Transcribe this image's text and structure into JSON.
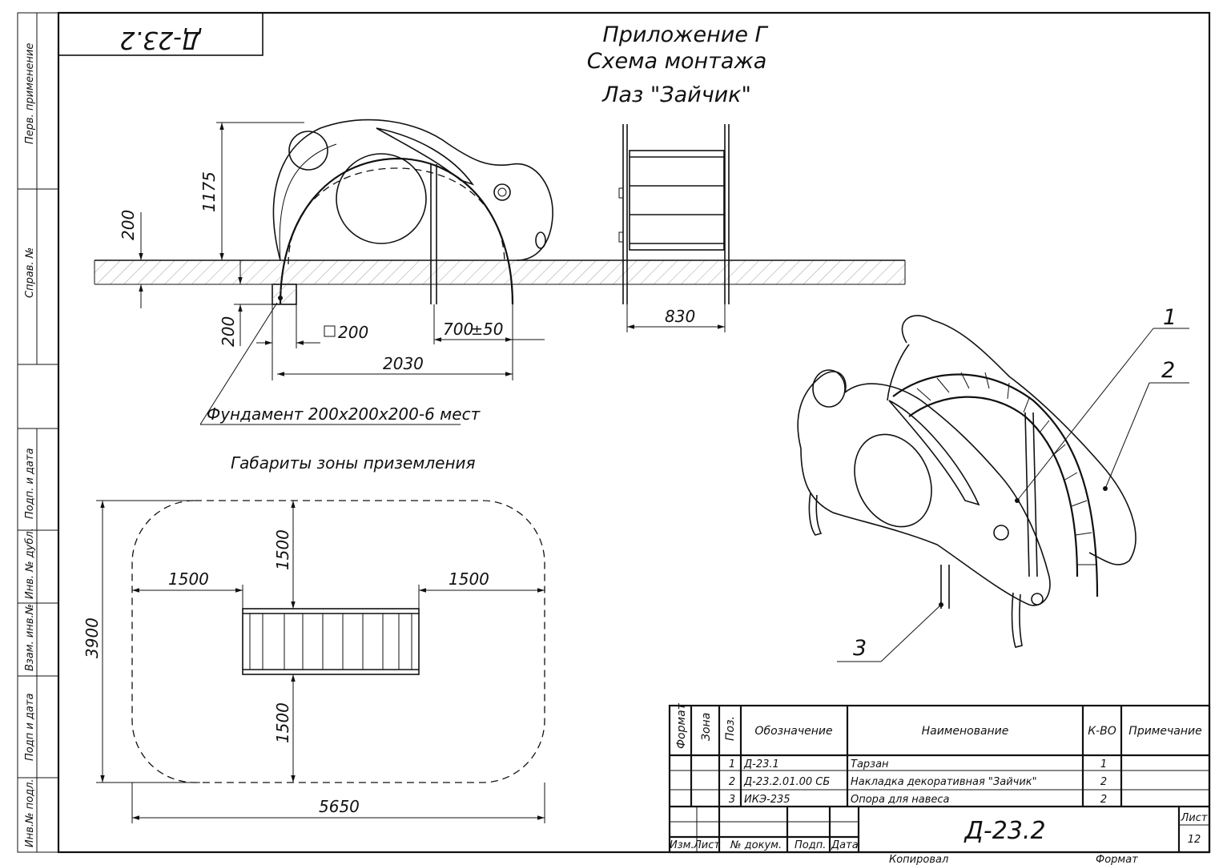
{
  "stamp": "Д-23.2",
  "title": {
    "line1": "Приложение Г",
    "line2": "Схема монтажа",
    "line3": "Лаз \"Зайчик\""
  },
  "side_labels": {
    "perv": "Перв. применение",
    "sprav": "Справ. №",
    "podp_data_1": "Подп. и дата",
    "inv_dubl": "Инв. № дубл.",
    "vzam_inv": "Взам. инв.№",
    "podp_data_2": "Подп и дата",
    "inv_podl": "Инв.№ подл."
  },
  "dimensions": {
    "h1175": "1175",
    "h200_top": "200",
    "h200_bottom": "200",
    "sq200": "200",
    "d700": "700",
    "pm50": "50",
    "w2030": "2030",
    "w830": "830",
    "foundation": "Фундамент 200х200х200-6 мест"
  },
  "zone": {
    "caption": "Габариты зоны приземления",
    "left": "1500",
    "right": "1500",
    "top": "1500",
    "bottom": "1500",
    "height": "3900",
    "width": "5650"
  },
  "callouts": {
    "c1": "1",
    "c2": "2",
    "c3": "3"
  },
  "spec": {
    "headers": {
      "format": "Формат",
      "zone": "Зона",
      "pos": "Поз.",
      "designation": "Обозначение",
      "name": "Наименование",
      "qty": "К-ВО",
      "note": "Примечание"
    },
    "rows": [
      {
        "pos": "1",
        "designation": "Д-23.1",
        "name": "Тарзан",
        "qty": "1"
      },
      {
        "pos": "2",
        "designation": "Д-23.2.01.00 СБ",
        "name": "Накладка декоративная \"Зайчик\"",
        "qty": "2"
      },
      {
        "pos": "3",
        "designation": "ИКЭ-235",
        "name": "Опора для навеса",
        "qty": "2"
      }
    ]
  },
  "titleblock": {
    "doc": "Д-23.2",
    "izm": "Изм.",
    "list": "Лист",
    "ndoc": "№ докум.",
    "podp": "Подп.",
    "data": "Дата",
    "sheet_label": "Лист",
    "sheet_no": "12",
    "kopiroval": "Копировал",
    "format": "Формат"
  }
}
